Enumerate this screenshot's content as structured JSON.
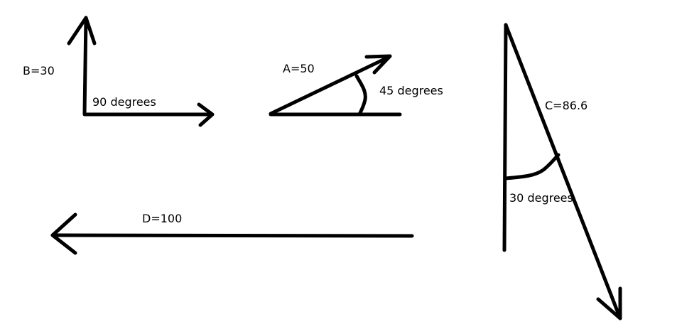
{
  "diagram": {
    "background": "#ffffff",
    "stroke_color": "#000000",
    "vectors": [
      {
        "id": "B",
        "label": "B=30",
        "magnitude": 30,
        "angle_label": "90 degrees",
        "description": "Vertical arrow pointing up, with horizontal reference arrow pointing right"
      },
      {
        "id": "A",
        "label": "A=50",
        "magnitude": 50,
        "angle_label": "45 degrees",
        "description": "Arrow angled up-right from horizontal baseline with angle arc"
      },
      {
        "id": "C",
        "label": "C=86.6",
        "magnitude": 86.6,
        "angle_label": "30 degrees",
        "description": "Arrow angled down-right from vertical reference line with angle arc"
      },
      {
        "id": "D",
        "label": "D=100",
        "magnitude": 100,
        "angle_label": "",
        "description": "Horizontal arrow pointing left"
      }
    ]
  }
}
